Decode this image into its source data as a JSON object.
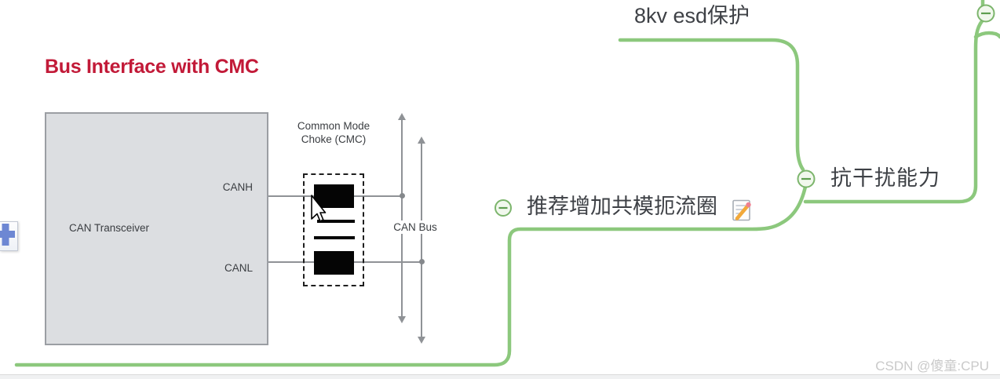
{
  "mindmap": {
    "nodes": {
      "esd": {
        "label": "8kv esd保护"
      },
      "anti": {
        "label": "抗干扰能力"
      },
      "cmc": {
        "label": "推荐增加共模扼流圈"
      }
    },
    "collapse_icon": "minus",
    "note_icon": "note-edit",
    "edge_color": "#8cc87d"
  },
  "diagram": {
    "title": "Bus Interface with CMC",
    "transceiver": "CAN Transceiver",
    "pin_high": "CANH",
    "pin_low": "CANL",
    "choke_line1": "Common Mode",
    "choke_line2": "Choke (CMC)",
    "bus": "CAN Bus",
    "title_color": "#c21a38"
  },
  "watermark": "CSDN @傻童:CPU",
  "colors": {
    "edge_green": "#8cc87d",
    "node_text": "#3e4146",
    "diagram_gray_fill": "#dcdee1",
    "title_red": "#c21a38",
    "watermark_gray": "#c9c9c9",
    "plus_blue": "#6d87d3"
  }
}
